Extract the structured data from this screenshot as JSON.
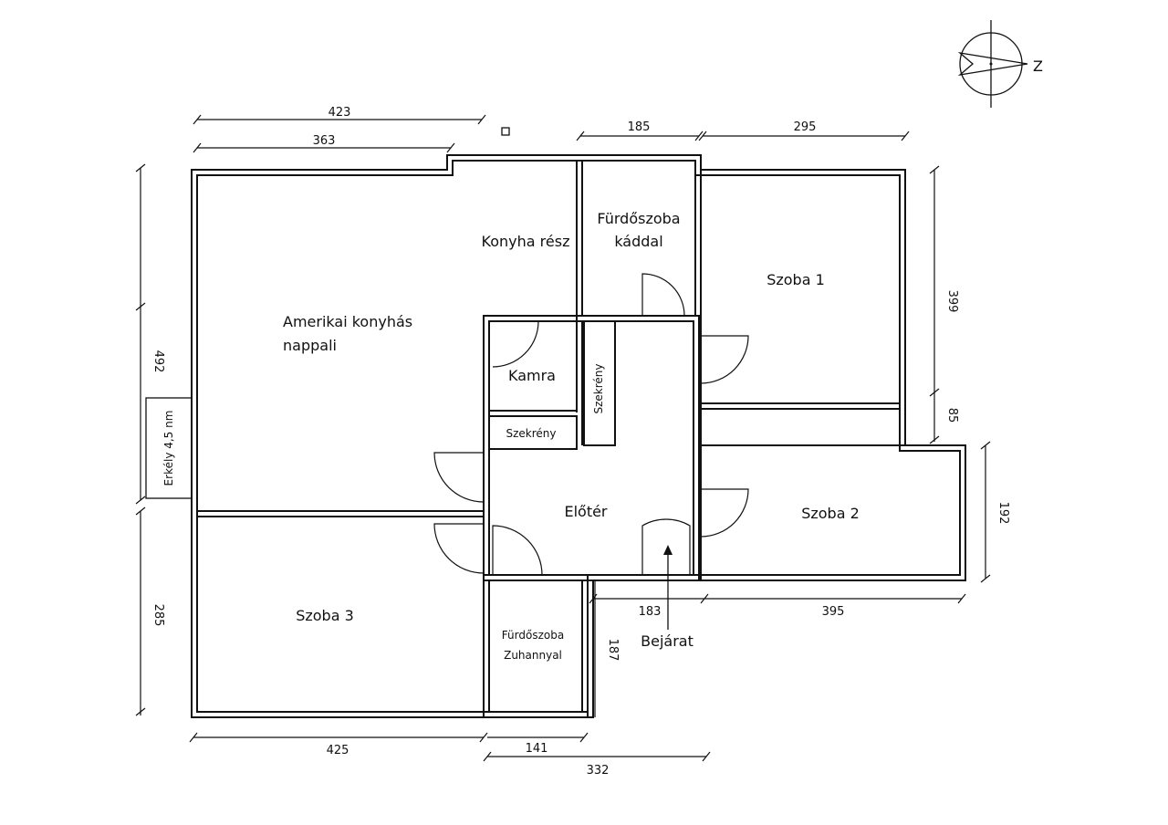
{
  "compass": {
    "label": "Z",
    "icon": "compass-icon"
  },
  "rooms": {
    "living": {
      "line1": "Amerikai konyhás",
      "line2": "nappali"
    },
    "kitchen": {
      "label": "Konyha rész"
    },
    "bath_tub": {
      "line1": "Fürdőszoba",
      "line2": "káddal"
    },
    "room1": {
      "label": "Szoba 1"
    },
    "pantry": {
      "label": "Kamra"
    },
    "wardrobe_v": {
      "label": "Szekrény"
    },
    "wardrobe_h": {
      "label": "Szekrény"
    },
    "hall": {
      "label": "Előtér"
    },
    "room2": {
      "label": "Szoba 2"
    },
    "room3": {
      "label": "Szoba 3"
    },
    "bath_shower": {
      "line1": "Fürdőszoba",
      "line2": "Zuhannyal"
    },
    "balcony": {
      "label": "Erkély 4,5 nm"
    },
    "entrance": {
      "label": "Bejárat"
    }
  },
  "dimensions": {
    "top_423": "423",
    "top_363": "363",
    "top_185": "185",
    "top_295": "295",
    "left_492": "492",
    "left_285": "285",
    "right_399": "399",
    "right_85": "85",
    "right_192": "192",
    "mid_183": "183",
    "mid_395": "395",
    "mid_187": "187",
    "bottom_425": "425",
    "bottom_141": "141",
    "bottom_332": "332"
  }
}
